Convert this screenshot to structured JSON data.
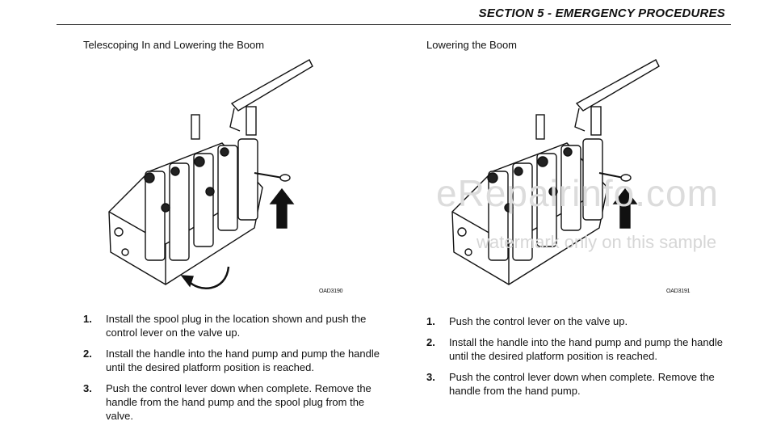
{
  "header": {
    "section": "SECTION 5 - EMERGENCY PROCEDURES"
  },
  "left": {
    "title": "Telescoping In and Lowering the Boom",
    "caption": "OAD3190",
    "steps": [
      {
        "num": "1.",
        "text": "Install the spool plug in the location shown and push the control lever on the valve up."
      },
      {
        "num": "2.",
        "text": "Install the handle into the hand pump and pump the handle until the desired platform position is reached."
      },
      {
        "num": "3.",
        "text": "Push the control lever down when complete. Remove the handle from the hand pump and the spool plug from the valve."
      }
    ]
  },
  "right": {
    "title": "Lowering the Boom",
    "caption": "OAD3191",
    "steps": [
      {
        "num": "1.",
        "text": "Push the control lever on the valve up."
      },
      {
        "num": "2.",
        "text": "Install the handle into the hand pump and pump the handle until the desired platform position is reached."
      },
      {
        "num": "3.",
        "text": "Push the control lever down when complete. Remove the handle from the hand pump."
      }
    ]
  },
  "watermark": {
    "line1": "eRepairinfo.com",
    "line2": "watermark only on this sample"
  }
}
